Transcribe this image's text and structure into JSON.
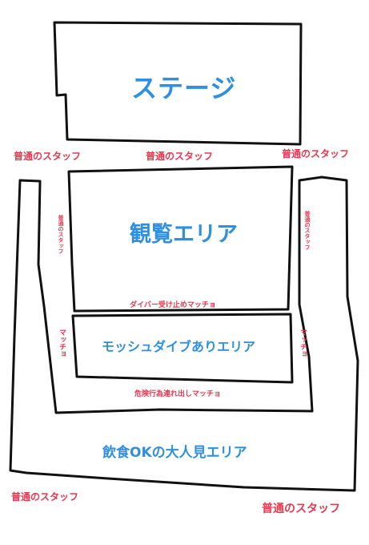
{
  "areas": {
    "stage": "ステージ",
    "viewing": "観覧エリア",
    "mosh": "モッシュダイブありエリア",
    "adult": "飲食OKの大人見エリア"
  },
  "staff": {
    "top_left": "普通のスタッフ",
    "top_center": "普通のスタッフ",
    "top_right": "普通のスタッフ",
    "side_left": "普通のスタッフ",
    "side_right": "普通のスタッフ",
    "bottom_left": "普通のスタッフ",
    "bottom_right": "普通のスタッフ"
  },
  "macho": {
    "diver_catch": "ダイバー受け止めマッチョ",
    "mosh_left": "マッチョ",
    "mosh_right": "マッチョ",
    "danger_removal": "危険行為連れ出しマッチョ"
  },
  "colors": {
    "area_text": "#2f8fe0",
    "staff_text": "#e8384f",
    "lines": "#111111"
  }
}
